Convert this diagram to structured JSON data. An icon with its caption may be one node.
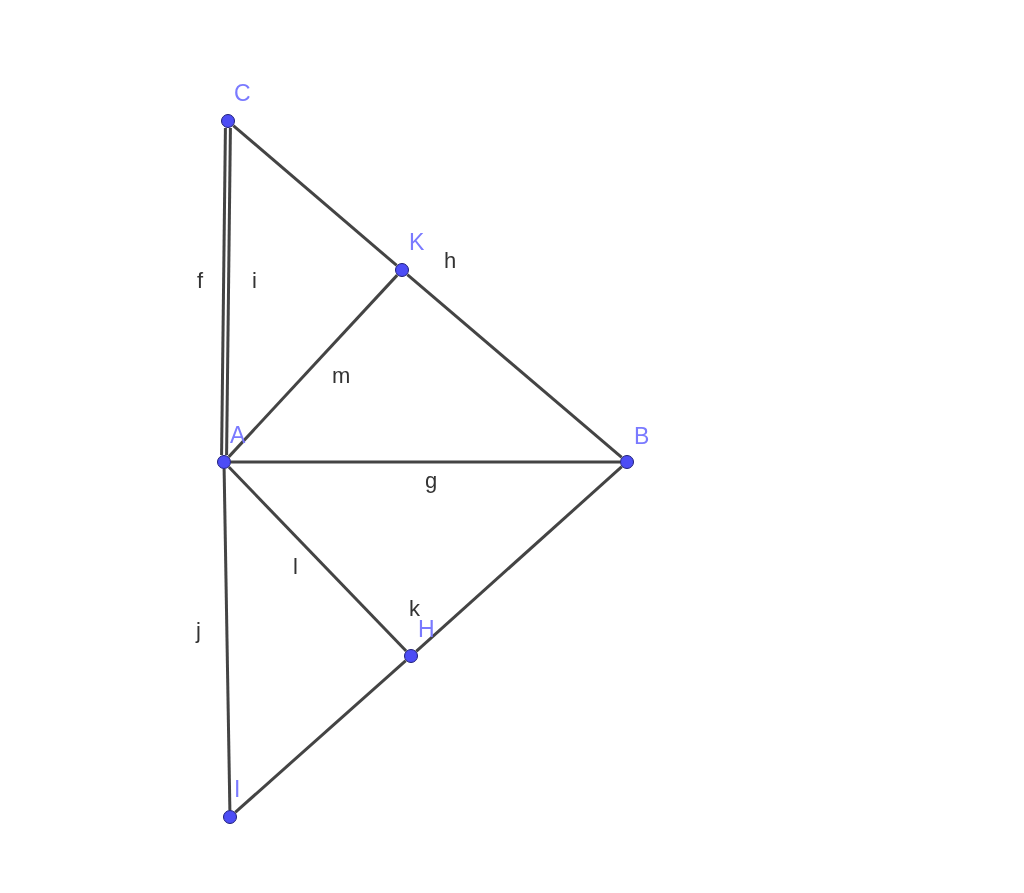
{
  "diagram": {
    "nodes": [
      {
        "text": [],
        "shape": "circle",
        "beside": [
          "C"
        ]
      },
      {
        "text": [],
        "shape": "circle",
        "beside": [
          "K"
        ]
      },
      {
        "text": [],
        "shape": "circle",
        "beside": [
          "A"
        ]
      },
      {
        "text": [],
        "shape": "circle",
        "beside": [
          "B"
        ]
      },
      {
        "text": [],
        "shape": "circle",
        "beside": [
          "H"
        ]
      },
      {
        "text": [],
        "shape": "circle",
        "beside": [
          "I"
        ]
      }
    ],
    "edges": [
      {
        "from": 0,
        "to": 2,
        "arrow": "none",
        "label": "f"
      },
      {
        "from": 0,
        "to": 2,
        "arrow": "none",
        "label": "i"
      },
      {
        "from": 0,
        "to": 1,
        "arrow": "none"
      },
      {
        "from": 1,
        "to": 3,
        "arrow": "none",
        "label": "h"
      },
      {
        "from": 2,
        "to": 1,
        "arrow": "none",
        "label": "m"
      },
      {
        "from": 2,
        "to": 3,
        "arrow": "none",
        "label": "g"
      },
      {
        "from": 2,
        "to": 4,
        "arrow": "none",
        "label": "l"
      },
      {
        "from": 5,
        "to": 4,
        "arrow": "none"
      },
      {
        "from": 4,
        "to": 3,
        "arrow": "none",
        "label": "k"
      },
      {
        "from": 2,
        "to": 5,
        "arrow": "none",
        "label": "j"
      }
    ]
  }
}
